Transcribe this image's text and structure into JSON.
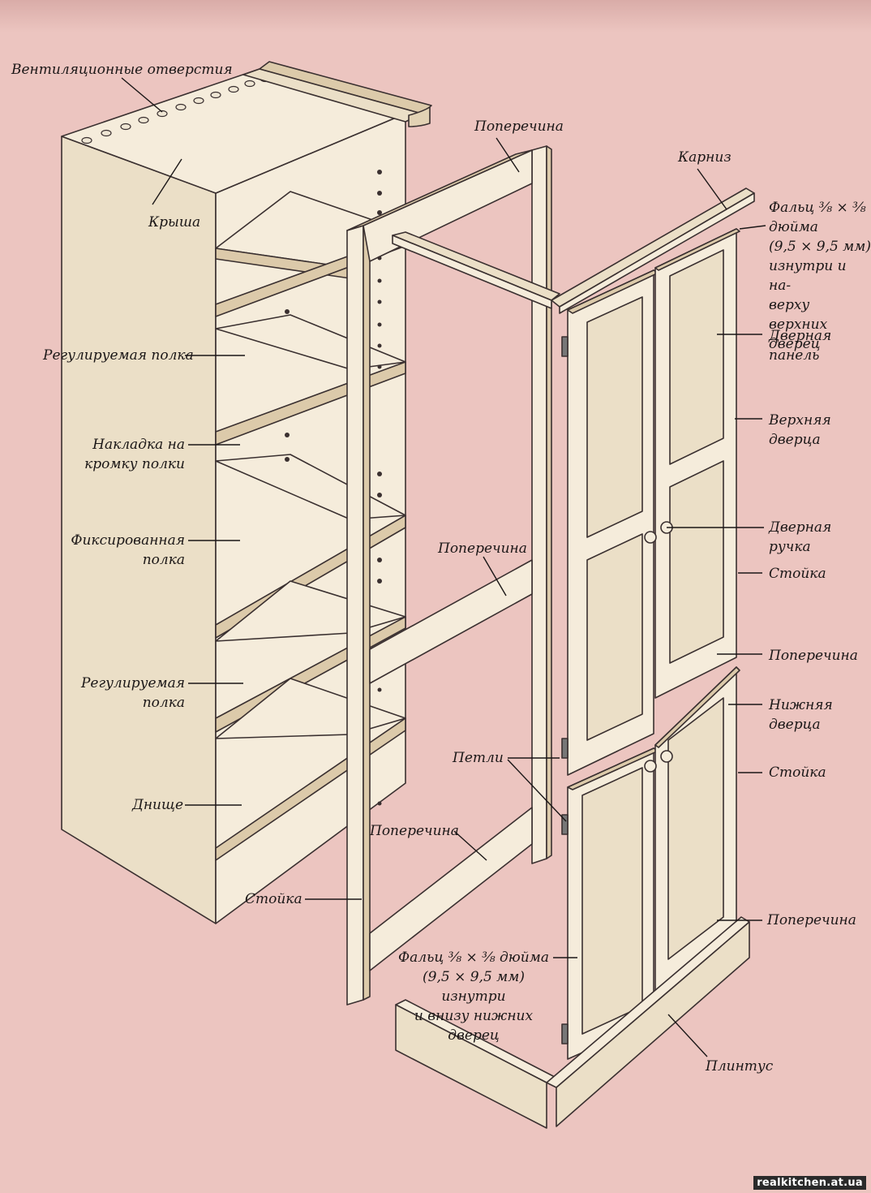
{
  "labels": {
    "vent": "Вентиляционные отверстия",
    "roof": "Крыша",
    "rail_top": "Поперечина",
    "cornice": "Карниз",
    "rabbet_top": "Фальц ⅜ × ⅜\nдюйма\n(9,5 × 9,5 мм)\nизнутри и на-\nверху верхних\nдверец",
    "door_panel": "Дверная\nпанель",
    "upper_door": "Верхняя\nдверца",
    "adj_shelf_1": "Регулируемая полка",
    "shelf_edging": "Накладка на\nкромку полки",
    "fixed_shelf": "Фиксированная\nполка",
    "rail_mid": "Поперечина",
    "door_handle": "Дверная\nручка",
    "stile_upper": "Стойка",
    "rail_door_upper": "Поперечина",
    "adj_shelf_2": "Регулируемая\nполка",
    "lower_door": "Нижняя\nдверца",
    "hinges": "Петли",
    "stile_lower": "Стойка",
    "bottom": "Днище",
    "rail_bottom": "Поперечина",
    "stile_frame": "Стойка",
    "rail_door_lower": "Поперечина",
    "rabbet_bottom": "Фальц ⅜ × ⅜ дюйма\n(9,5 × 9,5 мм) изнутри\nи внизу нижних дверец",
    "plinth": "Плинтус"
  },
  "watermark": "realkitchen.at.ua",
  "colors": {
    "background": "#ecc5c0",
    "wood_light": "#f4ead8",
    "wood_mid": "#e9dcc3",
    "wood_dark": "#d8c6a7",
    "line": "#3a3030"
  }
}
